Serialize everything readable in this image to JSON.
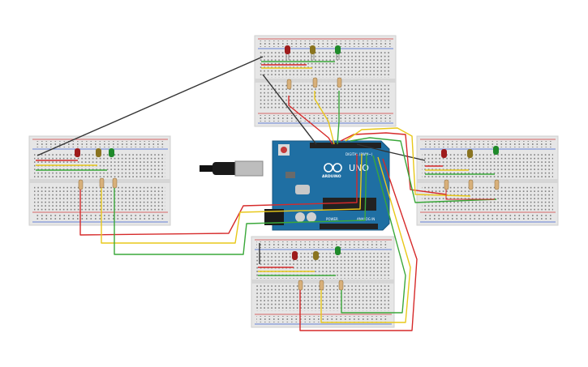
{
  "arduino": {
    "brand": "ARDUINO",
    "model": "UNO",
    "digital_label": "DIGITAL (PWM~)",
    "power_label": "POWER",
    "analog_label": "ANALOG IN"
  },
  "colors": {
    "board_blue": "#1f6fa3",
    "breadboard": "#e6e6e6",
    "rail_red": "#d23a3a",
    "rail_blue": "#3a5fd2",
    "wire_red": "#d62a2a",
    "wire_yellow": "#e8c81a",
    "wire_green": "#3aa83a",
    "wire_black": "#333333",
    "led_red": "#9e1b1b",
    "led_yellow": "#8a7420",
    "led_green": "#1f8a2a"
  },
  "breadboards": [
    {
      "name": "breadboard-top",
      "leds": [
        "red",
        "yellow",
        "green"
      ]
    },
    {
      "name": "breadboard-left",
      "leds": [
        "red",
        "yellow",
        "green"
      ]
    },
    {
      "name": "breadboard-right",
      "leds": [
        "red",
        "yellow",
        "green"
      ]
    },
    {
      "name": "breadboard-bottom",
      "leds": [
        "red",
        "yellow",
        "green"
      ]
    }
  ]
}
